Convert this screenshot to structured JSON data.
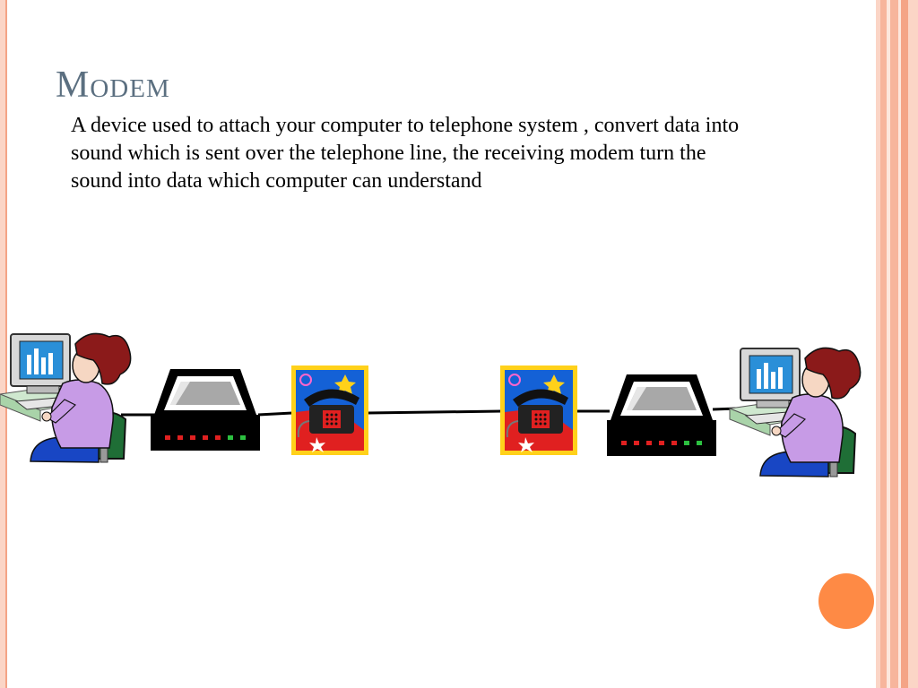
{
  "slide": {
    "title": "Modem",
    "body": "A device used to attach your computer to telephone system , convert data into sound which is sent over the telephone line, the receiving modem turn the sound into data which computer can understand"
  },
  "diagram": {
    "nodes": [
      {
        "name": "user-computer-left",
        "icon": "person-at-computer-icon"
      },
      {
        "name": "modem-left",
        "icon": "modem-icon"
      },
      {
        "name": "telephone-left",
        "icon": "telephone-stamp-icon"
      },
      {
        "name": "telephone-right",
        "icon": "telephone-stamp-icon"
      },
      {
        "name": "modem-right",
        "icon": "modem-icon"
      },
      {
        "name": "user-computer-right",
        "icon": "person-at-computer-icon"
      }
    ]
  },
  "colors": {
    "title": "#5b6f80",
    "accent_border": "#f4a486",
    "accent_dot": "#fe8a45"
  }
}
